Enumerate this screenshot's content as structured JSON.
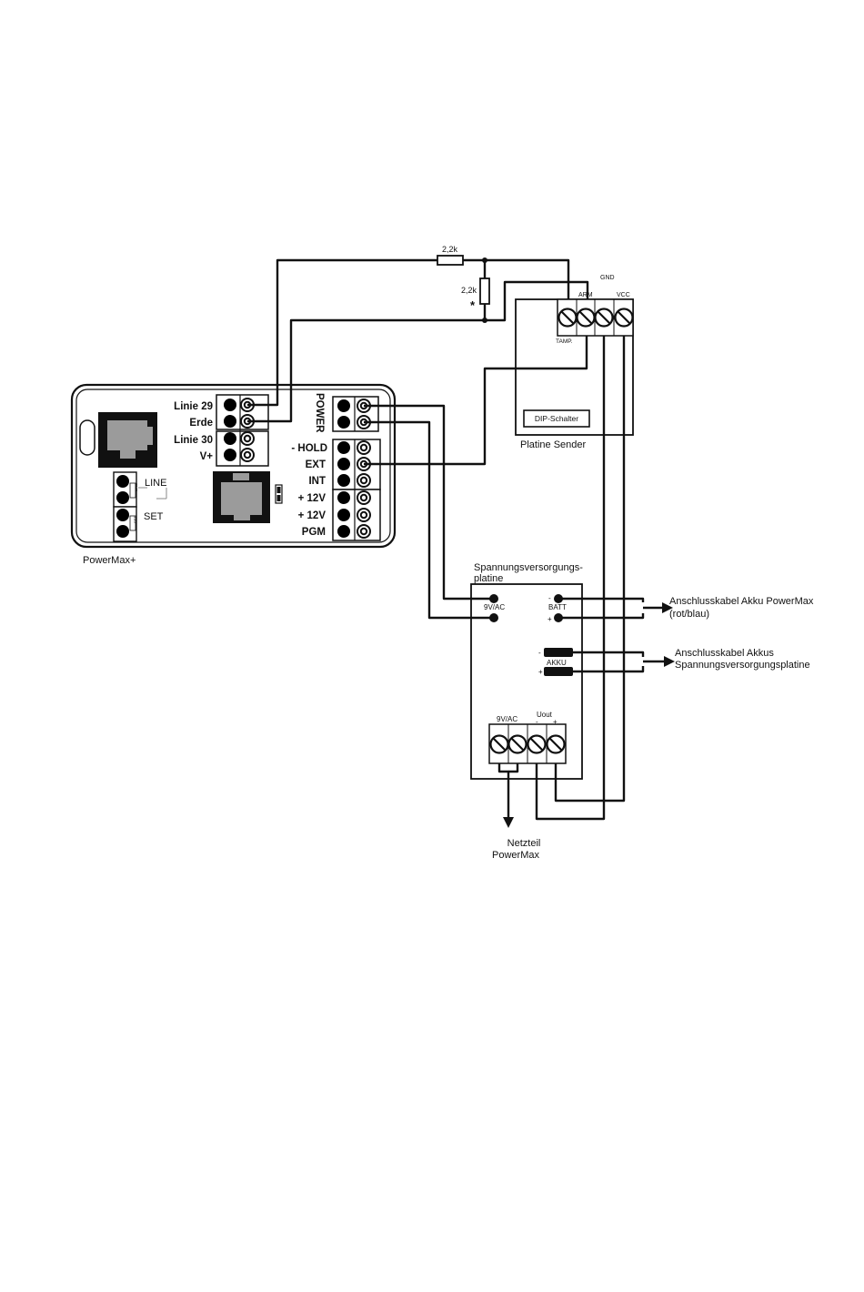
{
  "powermax": {
    "label": "PowerMax+",
    "terminals_left": [
      "Linie 29",
      "Erde",
      "Linie 30",
      "V+"
    ],
    "power_label": "POWER",
    "terminals_right": [
      "- HOLD",
      "EXT",
      "INT",
      "+ 12V",
      "+ 12V",
      "PGM"
    ],
    "line_label": "LINE",
    "set_label": "SET",
    "line_small": "LINE",
    "set_small": "SET"
  },
  "resistors": {
    "r1": "2,2k",
    "r2": "2,2k",
    "r2_mark": "*"
  },
  "sender": {
    "title": "Platine Sender",
    "dip": "DIP-Schalter",
    "gnd": "GND",
    "arm": "ARM",
    "vcc": "VCC",
    "tamp": "TAMP."
  },
  "psu": {
    "title_line1": "Spannungsversorgungs-",
    "title_line2": "platine",
    "ac_in": "9V/AC",
    "batt": "BATT",
    "batt_minus": "-",
    "batt_plus": "+",
    "akku": "AKKU",
    "akku_minus": "-",
    "akku_plus": "+",
    "term_ac": "9V/AC",
    "uout": "Uout",
    "uout_minus": "-",
    "uout_plus": "+"
  },
  "cables": {
    "akku_pm_line1": "Anschlusskabel Akku PowerMax",
    "akku_pm_line2": "(rot/blau)",
    "akkus_line1": "Anschlusskabel Akkus",
    "akkus_line2": "Spannungsversorgungsplatine"
  },
  "netzteil": {
    "line1": "Netzteil",
    "line2": "PowerMax"
  }
}
